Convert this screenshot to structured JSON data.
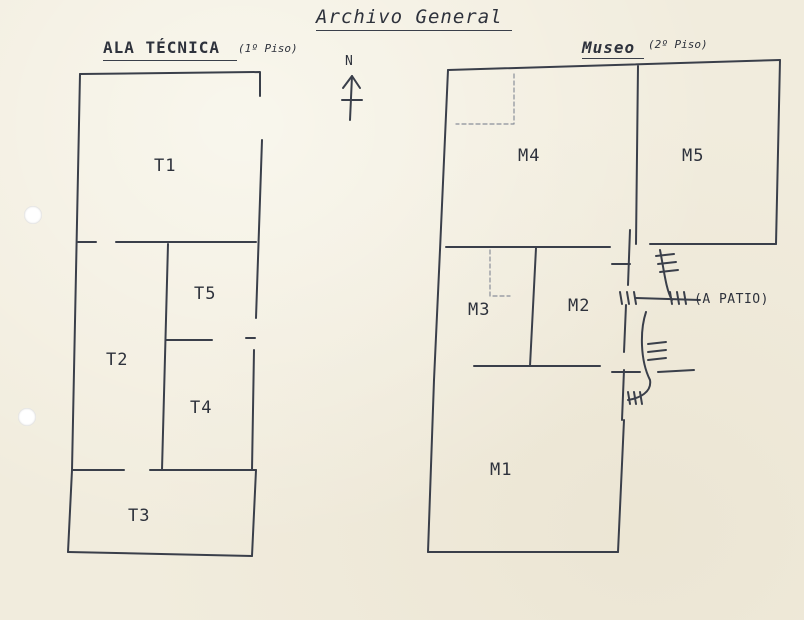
{
  "document": {
    "title": "Archivo General",
    "compass_label": "N"
  },
  "left_plan": {
    "heading": "ALA TÉCNICA",
    "floor": "(1º Piso)",
    "rooms": [
      "T1",
      "T2",
      "T3",
      "T4",
      "T5"
    ]
  },
  "right_plan": {
    "heading": "Museo",
    "floor": "(2º Piso)",
    "rooms": [
      "M1",
      "M2",
      "M3",
      "M4",
      "M5"
    ],
    "exit_label": "(A PATIO)"
  }
}
